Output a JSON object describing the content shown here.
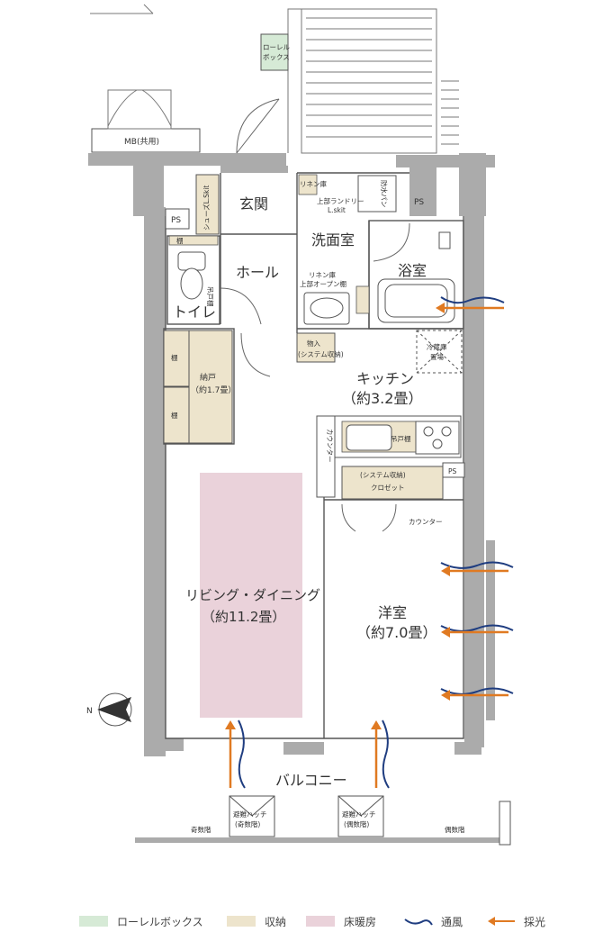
{
  "colors": {
    "laurel_box": "#d6ead6",
    "storage": "#ede4cc",
    "floor_heating": "#ead2da",
    "wind": "#1f3d80",
    "light": "#e07a22",
    "wall": "#ababab",
    "outline": "#555555"
  },
  "rooms": {
    "entrance": "玄関",
    "hall": "ホール",
    "toilet": "トイレ",
    "washroom": "洗面室",
    "bathroom": "浴室",
    "kitchen_name": "キッチン",
    "kitchen_size": "（約3.2畳）",
    "living_name": "リビング・ダイニング",
    "living_size": "（約11.2畳）",
    "western_name": "洋室",
    "western_size": "（約7.0畳）",
    "closet_name": "納戸",
    "closet_size": "（約1.7畳）",
    "balcony": "バルコニー"
  },
  "labels": {
    "mb": "MB(共用)",
    "laurel_line1": "ローレル",
    "laurel_line2": "ボックス",
    "ps1": "PS",
    "ps2": "PS",
    "ps3": "PS",
    "shoes": "シューズL.Skit",
    "linen": "リネン庫",
    "upper_laundry1": "上部ランドリー",
    "upper_laundry2": "L.skit",
    "fire_door": "防水パン",
    "linen_upper1": "リネン庫",
    "linen_upper2": "上部オープン棚",
    "shelf1": "棚",
    "shelf2": "棚",
    "shelf3": "棚",
    "hanging_shelf1": "吊戸棚",
    "hanging_shelf2": "吊戸棚",
    "storage_line1": "物入",
    "storage_line2": "(システム収納)",
    "fridge1": "冷蔵庫",
    "fridge2": "置場",
    "counter_vertical": "カウンター",
    "counter": "カウンター",
    "system_storage": "(システム収納)",
    "closet_label": "クロゼット",
    "hatch_left1": "避難ハッチ",
    "hatch_left2": "(奇数階)",
    "hatch_right1": "避難ハッチ",
    "hatch_right2": "(偶数階)",
    "odd_floor": "奇数階",
    "even_floor": "偶数階",
    "north": "N"
  },
  "legend": {
    "laurel_box": "ローレルボックス",
    "storage": "収納",
    "floor_heating": "床暖房",
    "wind": "通風",
    "light": "採光"
  }
}
